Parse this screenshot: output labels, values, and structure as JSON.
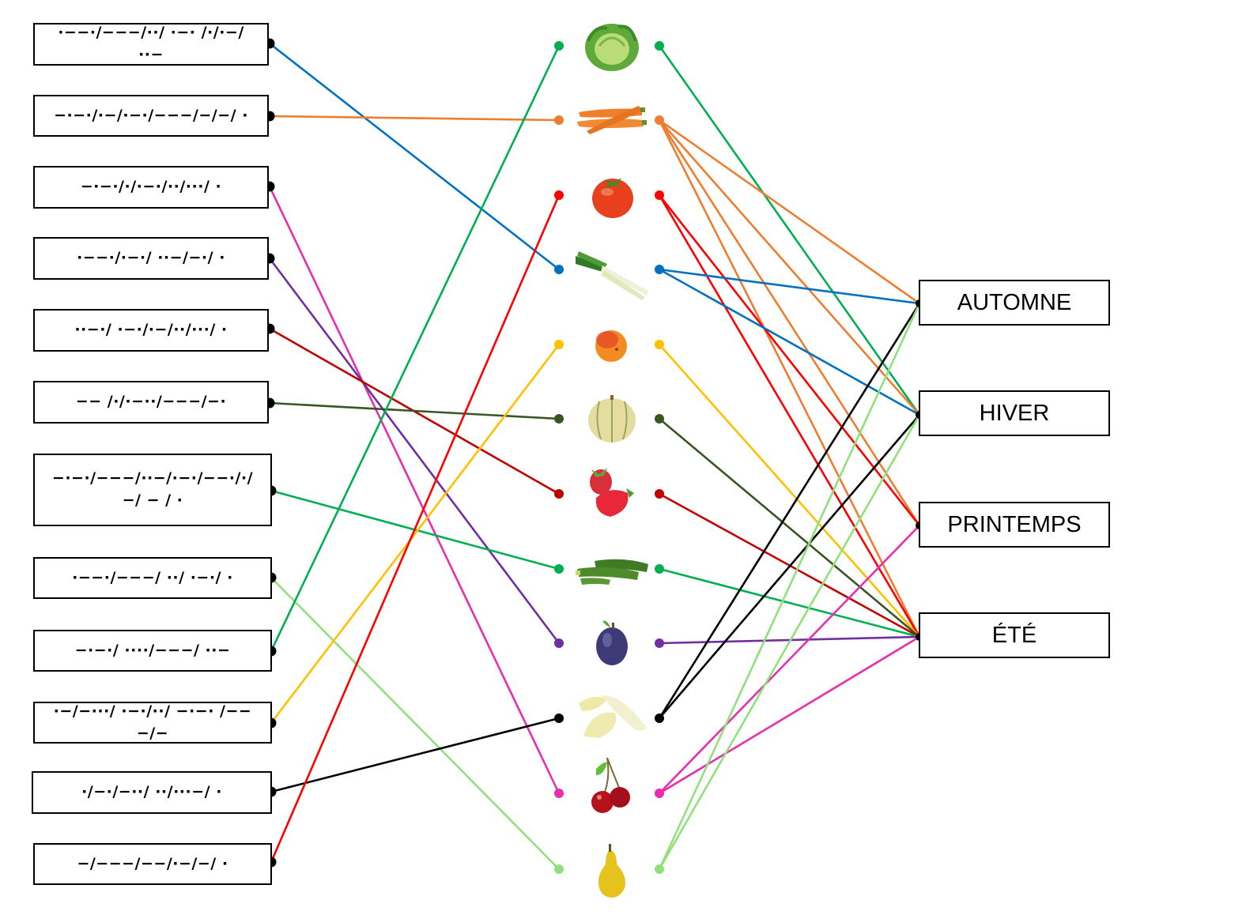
{
  "morse_words": [
    {
      "code": "·−−·/−−−/··/ ·−· /·/·−/··−",
      "color": "#0070c0"
    },
    {
      "code": "−·−·/·−/·−·/−−−/−/−/ ·",
      "color": "#ed7d31"
    },
    {
      "code": "−·−·/·/·−·/··/···/ ·",
      "color": "#e62eae"
    },
    {
      "code": "·−−·/·−·/ ··−/−·/ ·",
      "color": "#7030a0"
    },
    {
      "code": "··−·/ ·−·/·−/··/···/ ·",
      "color": "#c00000"
    },
    {
      "code": "−− /·/·−··/−−−/−·",
      "color": "#375623"
    },
    {
      "code": "−·−·/−−−/··−/·−·/−−·/·/−/ − / ·",
      "color": "#00b050"
    },
    {
      "code": "·−−·/−−−/ ··/ ·−·/ ·",
      "color": "#92e07d"
    },
    {
      "code": "−·−·/ ····/−−−/ ··−",
      "color": "#00b050"
    },
    {
      "code": "·−/−···/ ·−·/··/ −·−· /−−−/−",
      "color": "#ffc000"
    },
    {
      "code": "·/−·/−··/ ··/···−/ ·",
      "color": "#000000"
    },
    {
      "code": "−/−−−/−−/·−/−/ ·",
      "color": "#ff0000"
    }
  ],
  "produce": [
    {
      "name": "chou",
      "icon": "cabbage-icon",
      "color": "#00b050",
      "seasons": [
        "HIVER"
      ]
    },
    {
      "name": "carotte",
      "icon": "carrot-icon",
      "color": "#ed7d31",
      "seasons": [
        "AUTOMNE",
        "HIVER",
        "PRINTEMPS",
        "ÉTÉ"
      ]
    },
    {
      "name": "tomate",
      "icon": "tomato-icon",
      "color": "#ff0000",
      "seasons": [
        "PRINTEMPS",
        "ÉTÉ"
      ]
    },
    {
      "name": "poireau",
      "icon": "leek-icon",
      "color": "#0070c0",
      "seasons": [
        "AUTOMNE",
        "HIVER"
      ]
    },
    {
      "name": "abricot",
      "icon": "apricot-icon",
      "color": "#ffc000",
      "seasons": [
        "ÉTÉ"
      ]
    },
    {
      "name": "melon",
      "icon": "melon-icon",
      "color": "#375623",
      "seasons": [
        "ÉTÉ"
      ]
    },
    {
      "name": "fraise",
      "icon": "strawberry-icon",
      "color": "#c00000",
      "seasons": [
        "ÉTÉ"
      ]
    },
    {
      "name": "courgette",
      "icon": "zucchini-icon",
      "color": "#00b050",
      "seasons": [
        "ÉTÉ"
      ]
    },
    {
      "name": "prune",
      "icon": "plum-icon",
      "color": "#7030a0",
      "seasons": [
        "ÉTÉ"
      ]
    },
    {
      "name": "endive",
      "icon": "endive-icon",
      "color": "#000000",
      "seasons": [
        "AUTOMNE",
        "HIVER"
      ]
    },
    {
      "name": "cerise",
      "icon": "cherry-icon",
      "color": "#e62eae",
      "seasons": [
        "PRINTEMPS",
        "ÉTÉ"
      ]
    },
    {
      "name": "poire",
      "icon": "pear-icon",
      "color": "#92e07d",
      "seasons": [
        "AUTOMNE",
        "HIVER"
      ]
    }
  ],
  "word_to_produce": [
    3,
    1,
    10,
    8,
    6,
    5,
    7,
    11,
    0,
    4,
    9,
    2
  ],
  "seasons": [
    "AUTOMNE",
    "HIVER",
    "PRINTEMPS",
    "ÉTÉ"
  ]
}
